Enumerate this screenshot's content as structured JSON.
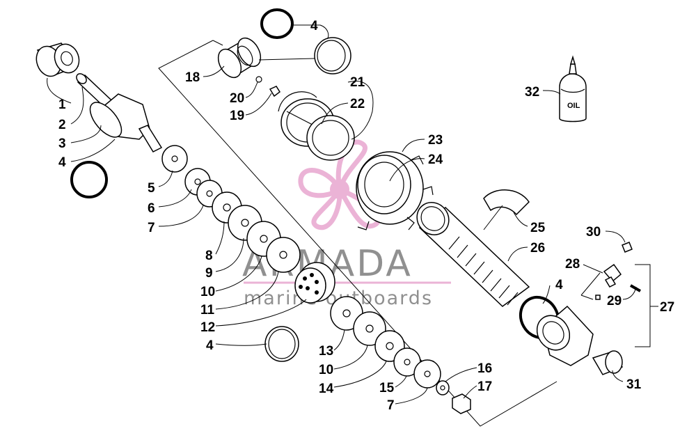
{
  "diagram": {
    "callouts": {
      "c1": "1",
      "c2": "2",
      "c3": "3",
      "c4a": "4",
      "c4b": "4",
      "c4c": "4",
      "c4d": "4",
      "c5": "5",
      "c6": "6",
      "c7a": "7",
      "c7b": "7",
      "c8": "8",
      "c9": "9",
      "c10a": "10",
      "c10b": "10",
      "c11": "11",
      "c12": "12",
      "c13": "13",
      "c14": "14",
      "c15": "15",
      "c16": "16",
      "c17": "17",
      "c18": "18",
      "c19": "19",
      "c20": "20",
      "c21": "21",
      "c22": "22",
      "c23": "23",
      "c24": "24",
      "c25": "25",
      "c26": "26",
      "c27": "27",
      "c28": "28",
      "c29": "29",
      "c30": "30",
      "c31": "31",
      "c32": "32"
    },
    "oil_label": "OIL"
  },
  "watermark": {
    "title": "ARMADA",
    "subtitle": "marine outboards",
    "color": "#e8a6cf"
  }
}
